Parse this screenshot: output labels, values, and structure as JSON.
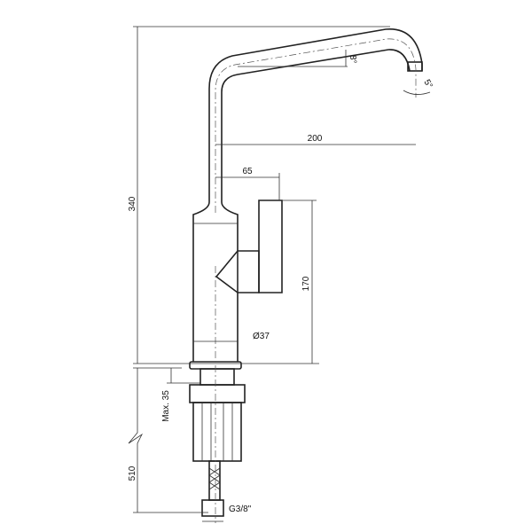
{
  "title": "Kitchen faucet technical drawing",
  "dimensions": {
    "total_height": "340",
    "spout_reach": "200",
    "handle_offset": "65",
    "handle_height": "170",
    "body_diameter": "Ø37",
    "max_deck_thickness": "Max. 35",
    "hose_length": "510",
    "connection_thread": "G3/8\"",
    "spout_angle": "8°",
    "nozzle_angle": "5°"
  },
  "colors": {
    "line": "#222222",
    "background": "#ffffff"
  }
}
